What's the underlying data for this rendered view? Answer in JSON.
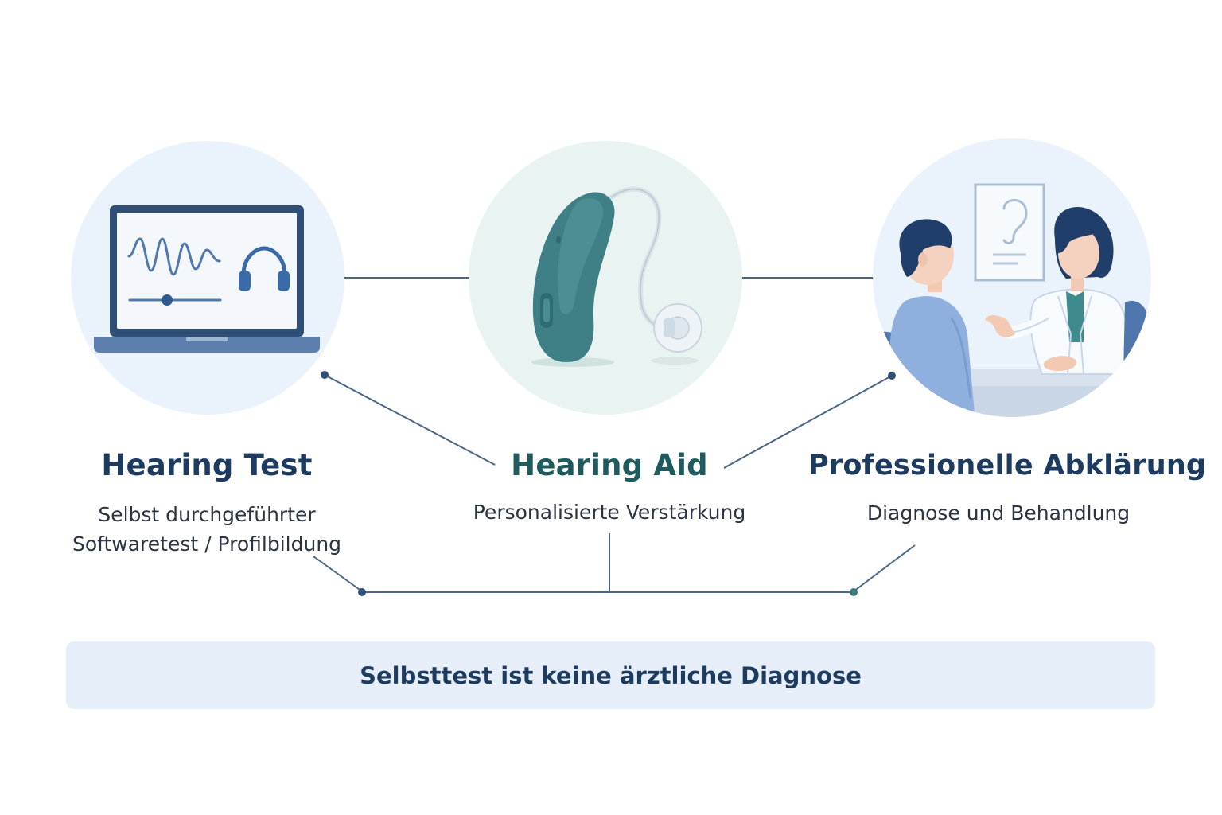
{
  "nodes": [
    {
      "title": "Hearing Test",
      "subtitle_lines": [
        "Selbst durchgeführter",
        "Softwaretest / Profilbildung"
      ],
      "icon": "laptop-audio-test-icon"
    },
    {
      "title": "Hearing Aid",
      "subtitle_lines": [
        "Personalisierte Verstärkung"
      ],
      "icon": "hearing-aid-icon"
    },
    {
      "title": "Professionelle Abklärung",
      "subtitle_lines": [
        "Diagnose und Behandlung"
      ],
      "icon": "doctor-consultation-icon"
    }
  ],
  "banner": {
    "text": "Selbsttest ist keine ärztliche Diagnose"
  },
  "colors": {
    "navy": "#1d3a5f",
    "teal": "#1f5a5c",
    "connector": "#4a6585",
    "circle_blue": "#eaf2fb",
    "circle_mint": "#e8f3f2",
    "banner_bg": "#e5eef9"
  }
}
